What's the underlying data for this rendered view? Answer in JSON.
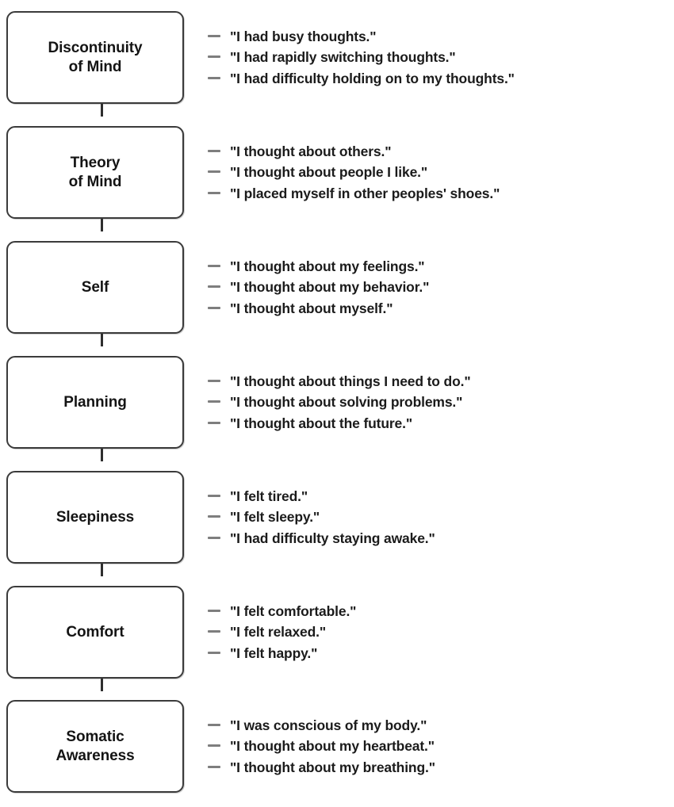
{
  "figure": {
    "type": "flow-diagram",
    "orientation": "vertical",
    "node_count": 7,
    "colors": {
      "background": "#ffffff",
      "box_border": "#3b3b3b",
      "connector": "#2e2e2e",
      "text": "#1b1b1b",
      "dash": "#7e7e7e"
    }
  },
  "nodes": [
    {
      "label": "Discontinuity\nof Mind",
      "items": [
        "\"I had busy thoughts.\"",
        "\"I had rapidly switching thoughts.\"",
        "\"I had difficulty holding on to my thoughts.\""
      ]
    },
    {
      "label": "Theory\nof Mind",
      "items": [
        "\"I thought about others.\"",
        "\"I thought about people I like.\"",
        "\"I placed myself in other peoples' shoes.\""
      ]
    },
    {
      "label": "Self",
      "items": [
        "\"I thought about my feelings.\"",
        "\"I thought about my behavior.\"",
        "\"I thought about myself.\""
      ]
    },
    {
      "label": "Planning",
      "items": [
        "\"I thought about things I need to do.\"",
        "\"I thought about solving problems.\"",
        "\"I thought about the future.\""
      ]
    },
    {
      "label": "Sleepiness",
      "items": [
        "\"I felt tired.\"",
        "\"I felt sleepy.\"",
        "\"I had difficulty staying awake.\""
      ]
    },
    {
      "label": "Comfort",
      "items": [
        "\"I felt comfortable.\"",
        "\"I felt relaxed.\"",
        "\"I felt happy.\""
      ]
    },
    {
      "label": "Somatic\nAwareness",
      "items": [
        "\"I was conscious of my body.\"",
        "\"I thought about my heartbeat.\"",
        "\"I thought about my breathing.\""
      ]
    }
  ]
}
